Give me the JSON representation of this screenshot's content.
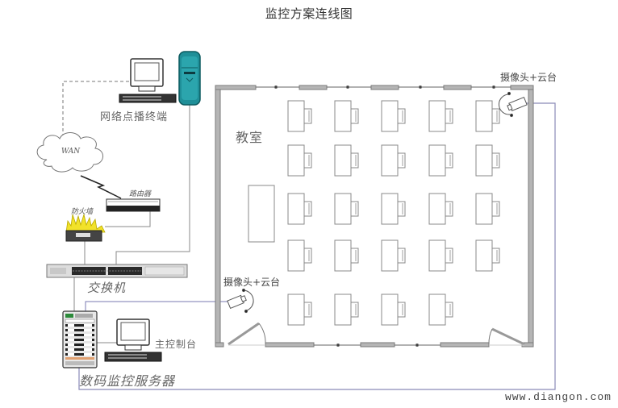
{
  "title": "监控方案连线图",
  "labels": {
    "network_terminal": "网络点播终端",
    "wan": "WAN",
    "router": "路由器",
    "firewall": "防火墙",
    "switch": "交换机",
    "console": "主控制台",
    "dvr_server": "数码监控服务器",
    "classroom": "教室",
    "camera_top_right": "摄像头+云台",
    "camera_left": "摄像头+云台"
  },
  "classroom": {
    "desk_columns": 5,
    "desk_rows": 5,
    "empty_positions": [
      "row5-col5"
    ]
  },
  "colors": {
    "wall": "#9a9a9a",
    "line": "#8a8a8a",
    "camera_cable": "#7a7ab0",
    "server_teal": "#1f8f98",
    "flame": "#f2e22a"
  },
  "watermark": "www.diangon.com"
}
